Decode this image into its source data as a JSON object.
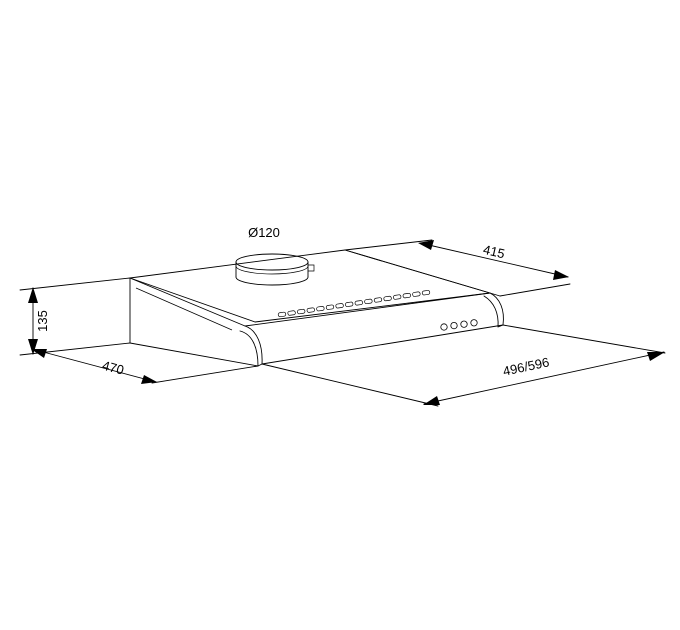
{
  "diagram": {
    "labels": {
      "duct_diameter": "Ø120",
      "depth": "415",
      "height": "135",
      "side_depth": "470",
      "width": "496/596"
    }
  }
}
